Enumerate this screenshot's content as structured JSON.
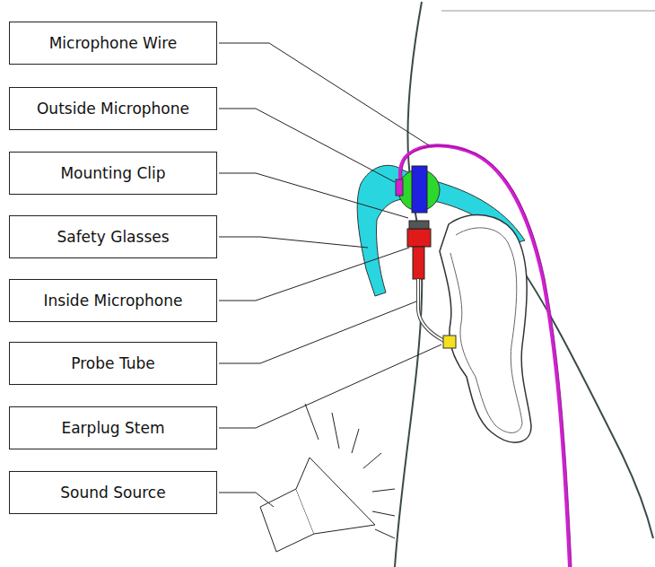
{
  "diagram": {
    "nodes": [
      {
        "text": [
          "Microphone Wire"
        ]
      },
      {
        "text": [
          "Outside Microphone"
        ]
      },
      {
        "text": [
          "Mounting Clip"
        ]
      },
      {
        "text": [
          "Safety Glasses"
        ]
      },
      {
        "text": [
          "Inside Microphone"
        ]
      },
      {
        "text": [
          "Probe Tube"
        ]
      },
      {
        "text": [
          "Earplug Stem"
        ]
      },
      {
        "text": [
          "Sound Source"
        ]
      }
    ]
  }
}
